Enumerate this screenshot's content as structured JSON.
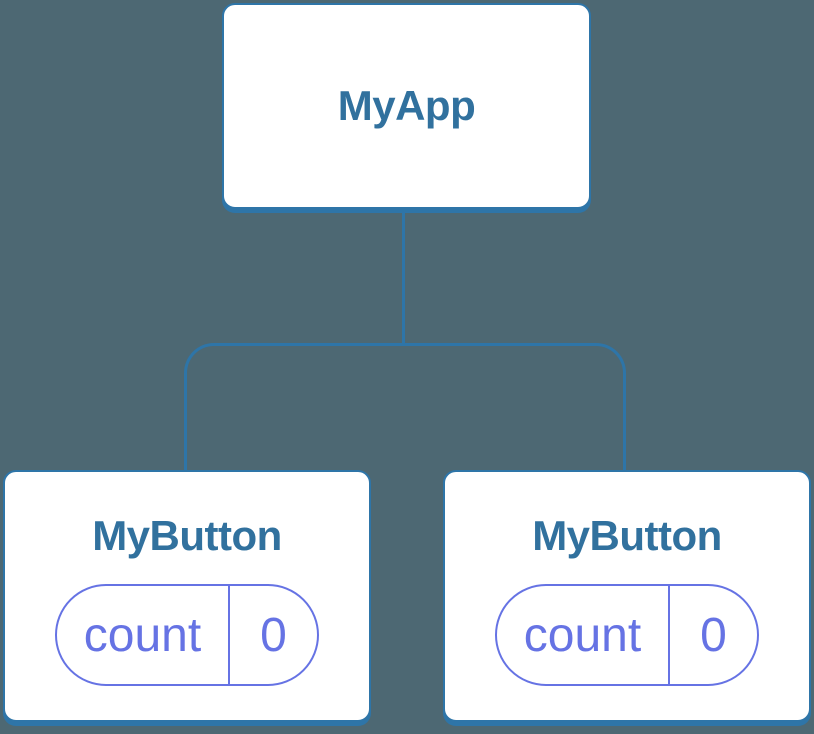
{
  "colors": {
    "background": "#4d6873",
    "connector_blue": "#2e75a8",
    "box_border_blue": "#2e75a8",
    "label_blue": "#31719e",
    "state_purple": "#6673e4",
    "box_fill": "#ffffff"
  },
  "tree": {
    "root": {
      "label": "MyApp"
    },
    "children": [
      {
        "label": "MyButton",
        "state": {
          "key": "count",
          "value": "0"
        }
      },
      {
        "label": "MyButton",
        "state": {
          "key": "count",
          "value": "0"
        }
      }
    ]
  }
}
